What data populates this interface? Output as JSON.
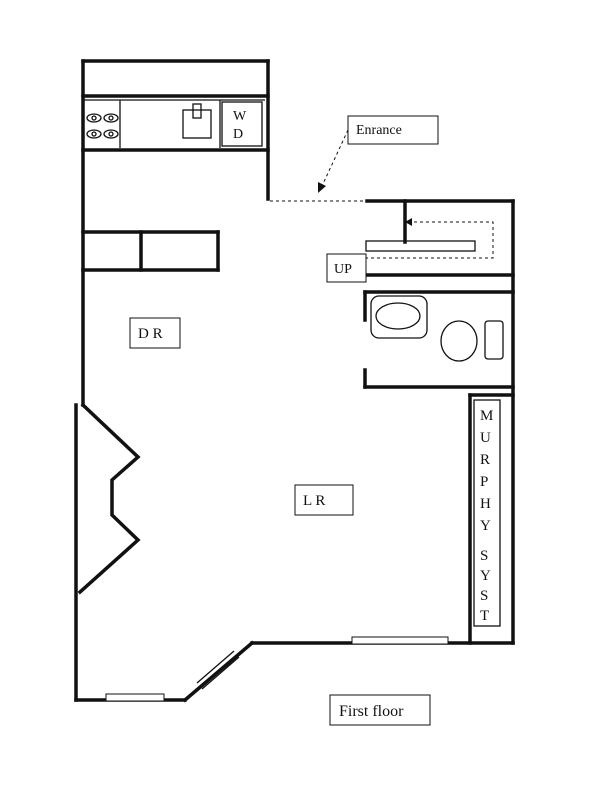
{
  "plan": {
    "title": "First floor",
    "entrance_label": "Enrance",
    "stairs_label": "UP",
    "dining_room_label": "D R",
    "living_room_label": "L R",
    "washer_label": "W",
    "dryer_label": "D",
    "murphy_label_line1": [
      "M",
      "U",
      "R",
      "P",
      "H",
      "Y"
    ],
    "murphy_label_line2": [
      "S",
      "Y",
      "S",
      "T"
    ]
  }
}
